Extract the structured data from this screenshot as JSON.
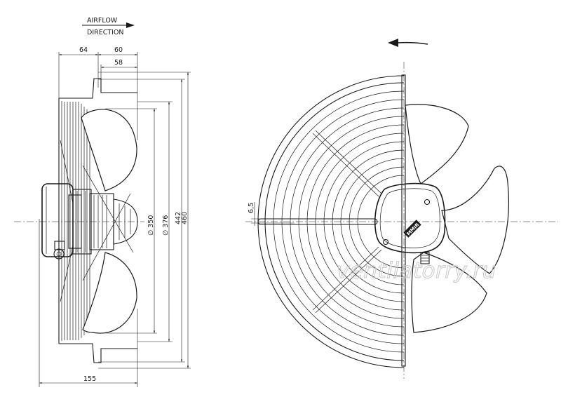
{
  "airflow": {
    "line1": "AIRFLOW",
    "line2": "DIRECTION"
  },
  "dimensions": {
    "d64": "64",
    "d60": "60",
    "d58": "58",
    "d155": "155",
    "d350": "∅ 350",
    "d376": "∅ 376",
    "d442": "442",
    "d460": "460",
    "d6_5": "6,5"
  },
  "nameplate": "MMIR",
  "watermark": "ventilatorry.ru"
}
